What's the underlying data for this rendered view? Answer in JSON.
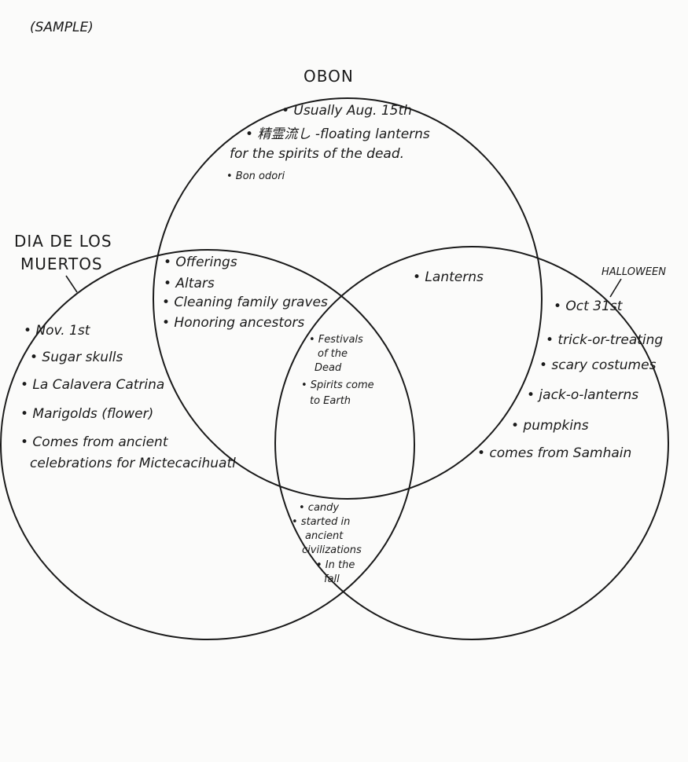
{
  "sample_label": "(SAMPLE)",
  "sets": {
    "obon": "OBON",
    "dia": [
      "DIA DE LOS",
      "MUERTOS"
    ],
    "halloween": "HALLOWEEN"
  },
  "regions": {
    "obon_only": [
      "• Usually Aug. 15th",
      "• 精霊流し -floating lanterns",
      "for the spirits of the dead.",
      "• Bon odori"
    ],
    "dia_only": [
      "• Nov. 1st",
      "• Sugar skulls",
      "• La Calavera Catrina",
      "• Marigolds (flower)",
      "• Comes from ancient",
      "celebrations for Mictecacihuatl"
    ],
    "halloween_only": [
      "• Oct 31st",
      "• trick-or-treating",
      "• scary costumes",
      "• jack-o-lanterns",
      "• pumpkins",
      "• comes from Samhain"
    ],
    "obon_dia": [
      "• Offerings",
      "• Altars",
      "• Cleaning family graves",
      "• Honoring ancestors"
    ],
    "obon_halloween": [
      "• Lanterns"
    ],
    "dia_halloween": [
      "• candy",
      "• started in",
      "ancient",
      "civilizations",
      "• In the",
      "fall"
    ],
    "all_three": [
      "• Festivals",
      "of the",
      "Dead",
      "• Spirits come",
      "to Earth"
    ]
  }
}
